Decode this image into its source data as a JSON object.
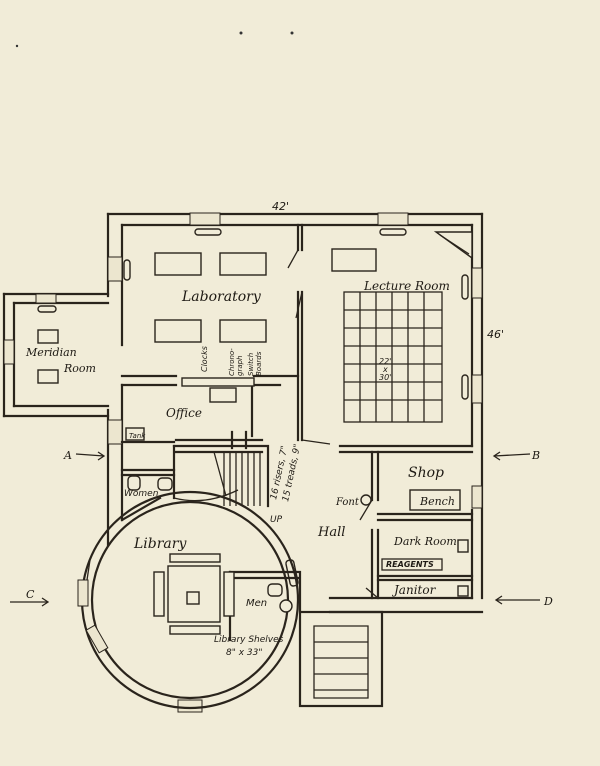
{
  "plan": {
    "dims": {
      "width_label": "42'",
      "depth_label": "46'"
    },
    "rooms": {
      "laboratory": "Laboratory",
      "lecture": "Lecture Room",
      "meridian_1": "Meridian",
      "meridian_2": "Room",
      "office": "Office",
      "library": "Library",
      "hall": "Hall",
      "shop": "Shop",
      "dark_room": "Dark Room",
      "janitor": "Janitor",
      "women": "Women",
      "men": "Men"
    },
    "fixtures": {
      "clocks": "Clocks",
      "chronograph_1": "Chrono-",
      "chronograph_2": "graph",
      "switch_1": "Switch",
      "switch_2": "Boards",
      "tank": "Tank",
      "font": "Font",
      "bench": "Bench",
      "reagents": "REAGENTS",
      "library_shelves": "Library Shelves",
      "shelf_dims": "8\" x 33\"",
      "screen_1": "22'",
      "screen_2": "x",
      "screen_3": "30'",
      "stairs_1": "16 risers, 7\"",
      "stairs_2": "15 treads, 9\"",
      "up": "UP"
    },
    "section_marks": {
      "a": "A",
      "b": "B",
      "c": "C",
      "d": "D"
    }
  }
}
